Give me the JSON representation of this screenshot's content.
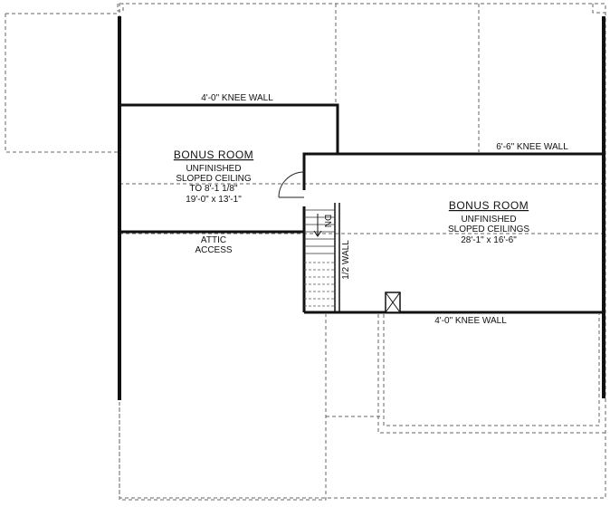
{
  "plan": {
    "bonus_room_west": {
      "title": "BONUS ROOM",
      "line1": "UNFINISHED",
      "line2": "SLOPED CEILING",
      "line3": "TO 8'-1 1/8\"",
      "dims": "19'-0\" x 13'-1\""
    },
    "bonus_room_east": {
      "title": "BONUS ROOM",
      "line1": "UNFINISHED",
      "line2": "SLOPED CEILINGS",
      "dims": "28'-1\" x 16'-6\""
    },
    "knee_wall_top": "4'-0\" KNEE WALL",
    "knee_wall_right": "6'-6\" KNEE WALL",
    "knee_wall_bottom": "4'-0\" KNEE WALL",
    "attic_line1": "ATTIC",
    "attic_line2": "ACCESS",
    "half_wall": "1/2 WALL",
    "stair_label": "DN"
  }
}
